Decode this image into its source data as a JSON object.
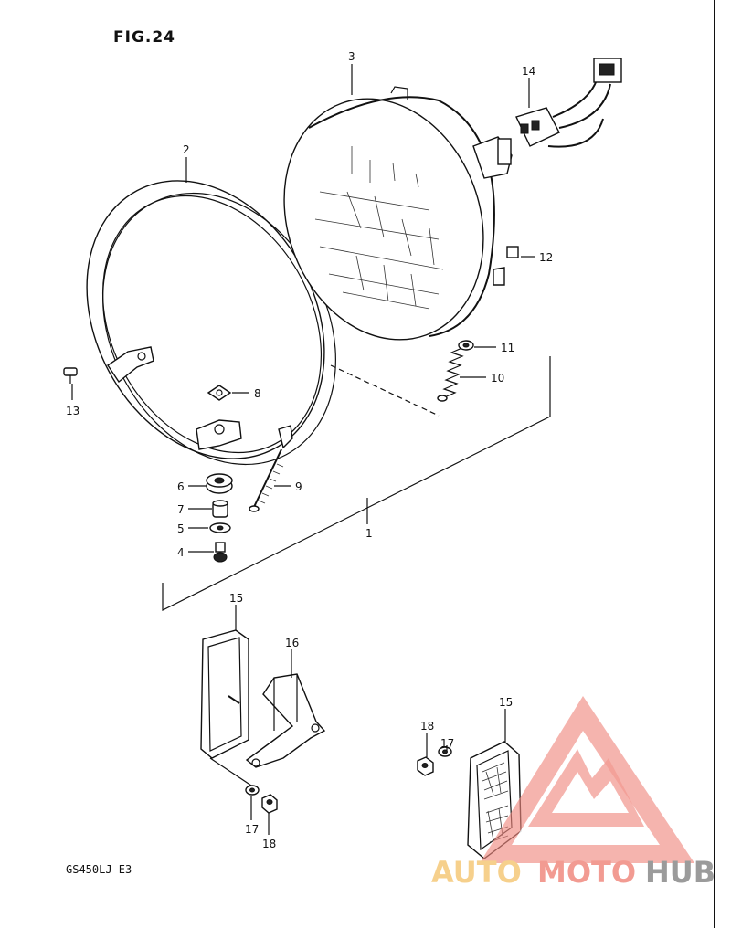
{
  "figure": {
    "title": "FIG.24",
    "model_code": "GS450LJ E3"
  },
  "callouts": [
    {
      "id": "c1",
      "label": "1"
    },
    {
      "id": "c2",
      "label": "2"
    },
    {
      "id": "c3",
      "label": "3"
    },
    {
      "id": "c4",
      "label": "4"
    },
    {
      "id": "c5",
      "label": "5"
    },
    {
      "id": "c6",
      "label": "6"
    },
    {
      "id": "c7",
      "label": "7"
    },
    {
      "id": "c8",
      "label": "8"
    },
    {
      "id": "c9",
      "label": "9"
    },
    {
      "id": "c10",
      "label": "10"
    },
    {
      "id": "c11",
      "label": "11"
    },
    {
      "id": "c12",
      "label": "12"
    },
    {
      "id": "c13",
      "label": "13"
    },
    {
      "id": "c14",
      "label": "14"
    },
    {
      "id": "c15a",
      "label": "15"
    },
    {
      "id": "c16",
      "label": "16"
    },
    {
      "id": "c17a",
      "label": "17"
    },
    {
      "id": "c18a",
      "label": "18"
    },
    {
      "id": "c15b",
      "label": "15"
    },
    {
      "id": "c17b",
      "label": "17"
    },
    {
      "id": "c18b",
      "label": "18"
    }
  ],
  "watermark": {
    "text_auto": "AUTO",
    "text_moto": "MOTO",
    "text_hub": "HUB",
    "color_primary": "#f08a80",
    "color_secondary": "#8a8a8a"
  }
}
